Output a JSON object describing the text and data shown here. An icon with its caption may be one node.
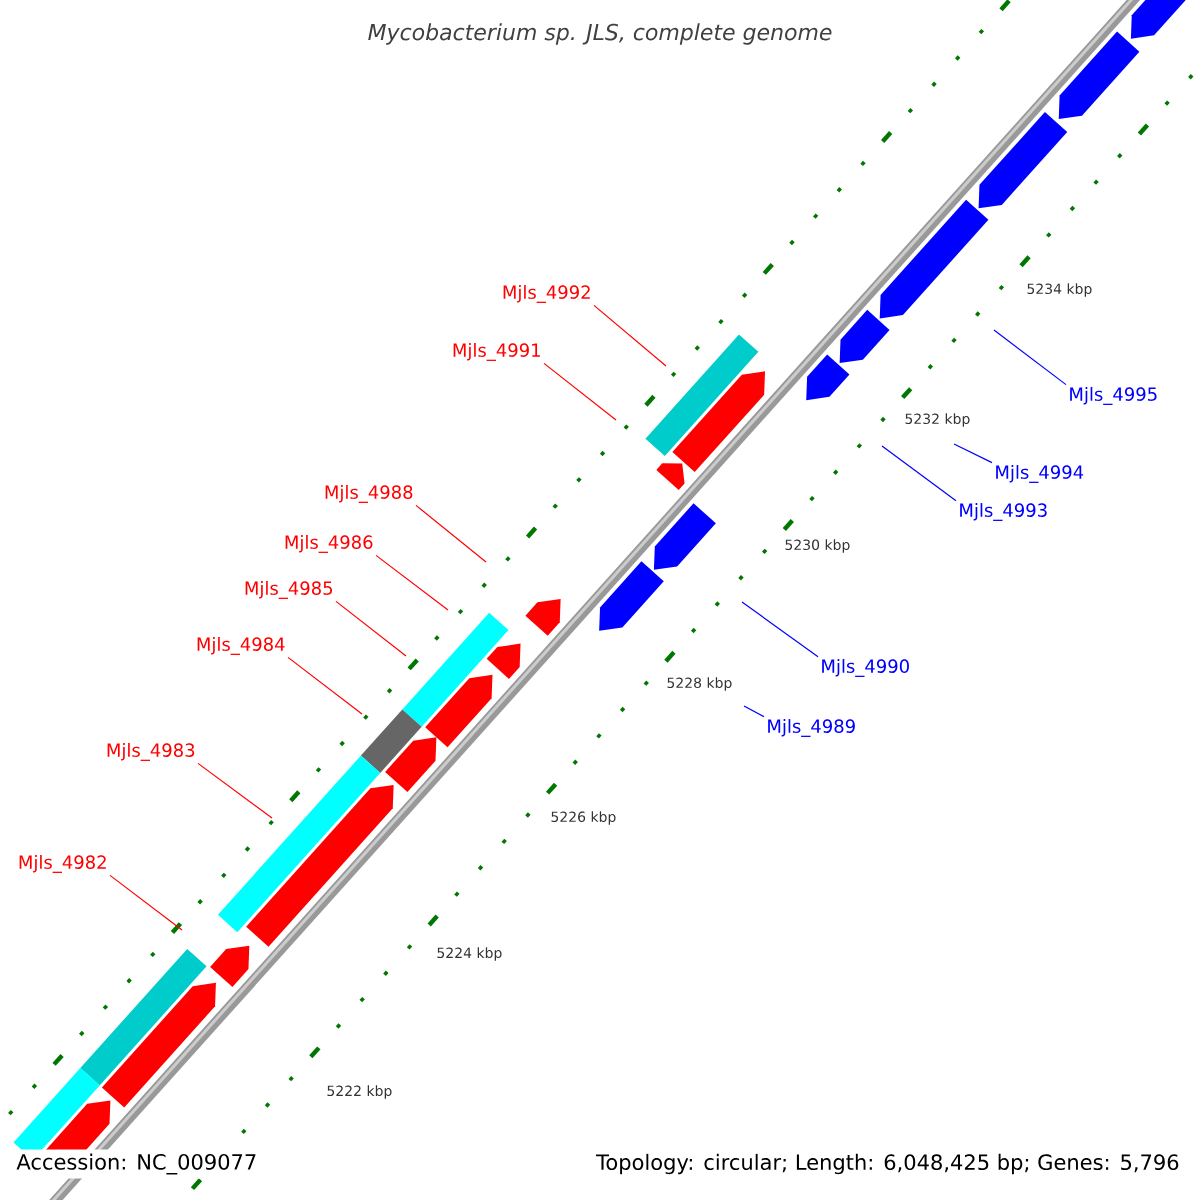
{
  "diagram": {
    "title": "*Mycobacterium sp. JLS, complete genome*",
    "nodes": [
      {
        "text": [
          "Mjls_4992"
        ]
      },
      {
        "text": [
          "Mjls_4991"
        ]
      },
      {
        "text": [
          "Mjls_4995"
        ]
      },
      {
        "text": [
          "Mjls_4994"
        ]
      },
      {
        "text": [
          "Mjls_4988"
        ]
      },
      {
        "text": [
          "Mjls_4993"
        ]
      },
      {
        "text": [
          "Mjls_4986"
        ]
      },
      {
        "text": [
          "Mjls_4985"
        ]
      },
      {
        "text": [
          "Mjls_4984"
        ]
      },
      {
        "text": [
          "Mjls_4990"
        ]
      },
      {
        "text": [
          "Mjls_4989"
        ]
      },
      {
        "text": [
          "Mjls_4983"
        ]
      },
      {
        "text": [
          "Mjls_4982"
        ]
      }
    ],
    "edges": [
      {
        "from": 0,
        "to": null,
        "arrow": "none"
      },
      {
        "from": 1,
        "to": null,
        "arrow": "none"
      },
      {
        "from": 2,
        "to": null,
        "arrow": "none",
        "color": "#0000ff"
      },
      {
        "from": 3,
        "to": null,
        "arrow": "none",
        "color": "#0000ff"
      },
      {
        "from": 4,
        "to": null,
        "arrow": "none"
      },
      {
        "from": 5,
        "to": null,
        "arrow": "none",
        "color": "#0000ff"
      },
      {
        "from": 6,
        "to": null,
        "arrow": "none"
      },
      {
        "from": 7,
        "to": null,
        "arrow": "none"
      },
      {
        "from": 8,
        "to": null,
        "arrow": "none"
      },
      {
        "from": 9,
        "to": null,
        "arrow": "none",
        "color": "#0000ff"
      },
      {
        "from": 10,
        "to": null,
        "arrow": "none",
        "color": "#0000ff"
      },
      {
        "from": 11,
        "to": null,
        "arrow": "none"
      },
      {
        "from": 12,
        "to": null,
        "arrow": "none"
      }
    ],
    "labels": [
      "5234 kbp",
      "5232 kbp",
      "5230 kbp",
      "5228 kbp",
      "5226 kbp",
      "5224 kbp",
      "5222 kbp",
      "Accession: NC_009077",
      "Topology: circular; Length: 6,048,425 bp; Genes: 5,796"
    ]
  }
}
